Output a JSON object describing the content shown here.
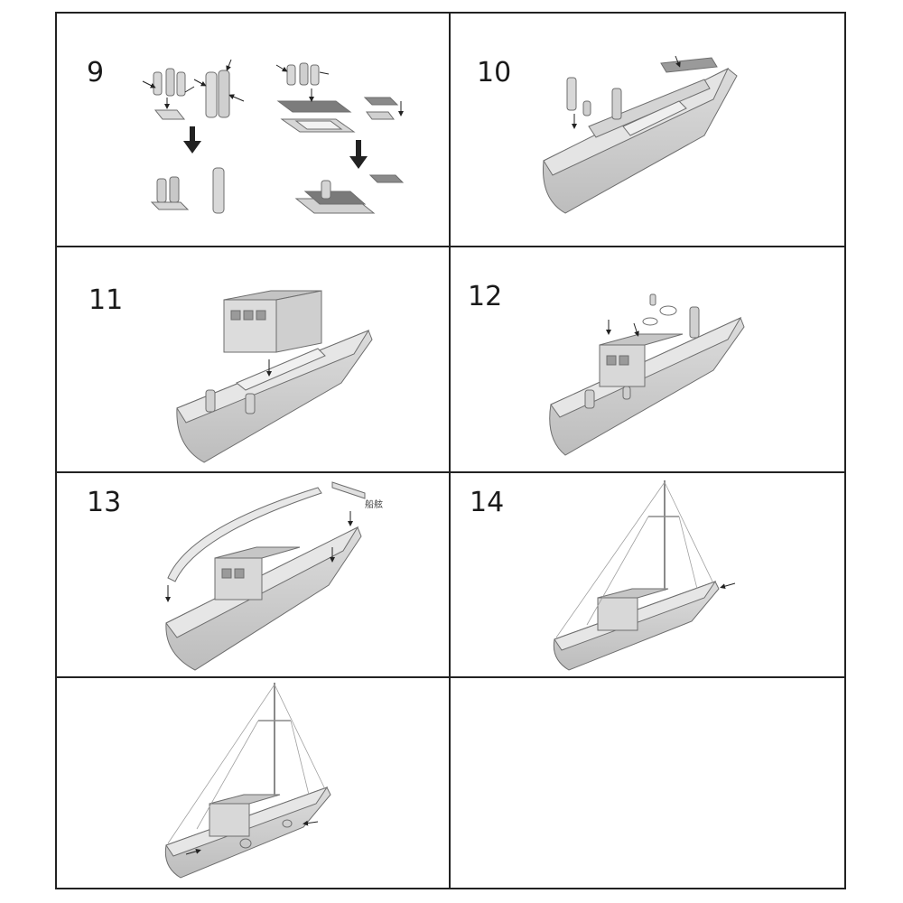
{
  "steps": [
    {
      "number": "9"
    },
    {
      "number": "10"
    },
    {
      "number": "11"
    },
    {
      "number": "12"
    },
    {
      "number": "13",
      "note": "船舷"
    },
    {
      "number": "14"
    },
    {
      "number": ""
    },
    {
      "number": ""
    }
  ],
  "colors": {
    "grid": "#222222",
    "hull_light": "#e6e6e6",
    "hull_mid": "#cfcfcf",
    "hull_dark": "#a9a9a9",
    "deck": "#d9d9d9",
    "outline": "#6e6e6e",
    "arrow": "#222222",
    "rigging": "#8a8a8a"
  }
}
